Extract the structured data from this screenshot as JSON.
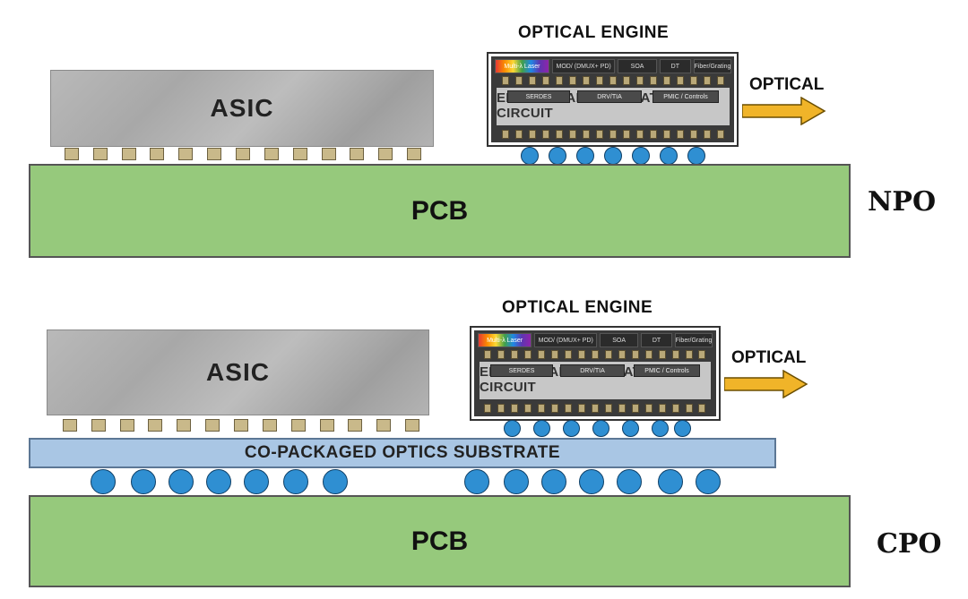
{
  "npo": {
    "asic_label": "ASIC",
    "pcb_label": "PCB",
    "optical_engine_title": "OPTICAL ENGINE",
    "optical_label": "OPTICAL",
    "variant_label": "NPO",
    "engine": {
      "top_chips": [
        "Multi-λ Laser",
        "MOD/ (DMUX+ PD)",
        "SOA",
        "DT",
        "Fiber/Grating"
      ],
      "blocks": [
        "SERDES",
        "DRV/TIA",
        "PMIC / Controls"
      ],
      "eic_label": "ELECTRICAL INTEGRATED CIRCUIT"
    }
  },
  "cpo": {
    "asic_label": "ASIC",
    "pcb_label": "PCB",
    "substrate_label": "CO-PACKAGED OPTICS SUBSTRATE",
    "optical_engine_title": "OPTICAL ENGINE",
    "optical_label": "OPTICAL",
    "variant_label": "CPO",
    "engine": {
      "top_chips": [
        "Multi-λ Laser",
        "MOD/ (DMUX+ PD)",
        "SOA",
        "DT",
        "Fiber/Grating"
      ],
      "blocks": [
        "SERDES",
        "DRV/TIA",
        "PMIC / Controls"
      ],
      "eic_label": "ELECTRICAL INTEGRATED CIRCUIT"
    }
  },
  "colors": {
    "pcb": "#96c97c",
    "substrate": "#a9c6e4",
    "ball": "#2f8fd2",
    "arrow": "#f0b429",
    "asic": "#b5b5b5"
  }
}
